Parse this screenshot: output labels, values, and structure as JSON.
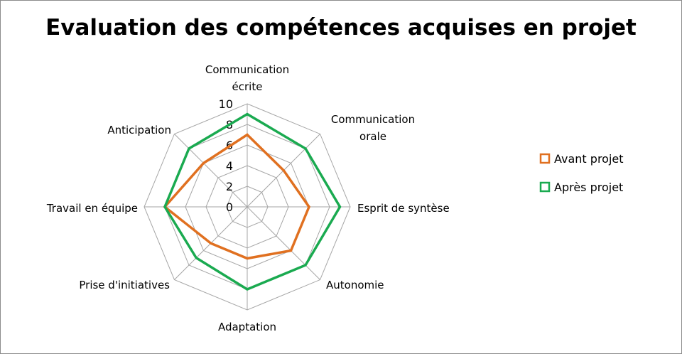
{
  "chart_data": {
    "type": "radar",
    "title": "Evaluation des compétences acquises en projet",
    "categories": [
      [
        "Communication",
        "écrite"
      ],
      [
        "Communication",
        "orale"
      ],
      [
        "Esprit de syntèse"
      ],
      [
        "Autonomie"
      ],
      [
        "Adaptation"
      ],
      [
        "Prise d'initiatives"
      ],
      [
        "Travail en équipe"
      ],
      [
        "Anticipation"
      ]
    ],
    "rlim": [
      0,
      10
    ],
    "ticks": [
      "0",
      "2",
      "4",
      "6",
      "8",
      "10"
    ],
    "grid": true,
    "legend_position": "right",
    "series": [
      {
        "name": "Avant projet",
        "color": "#e07020",
        "values": [
          7,
          5,
          6,
          6,
          5,
          5,
          8,
          6
        ]
      },
      {
        "name": "Après projet",
        "color": "#1aaa50",
        "values": [
          9,
          8,
          9,
          8,
          8,
          7,
          8,
          8
        ]
      }
    ],
    "grid_color": "#a6a6a6"
  }
}
